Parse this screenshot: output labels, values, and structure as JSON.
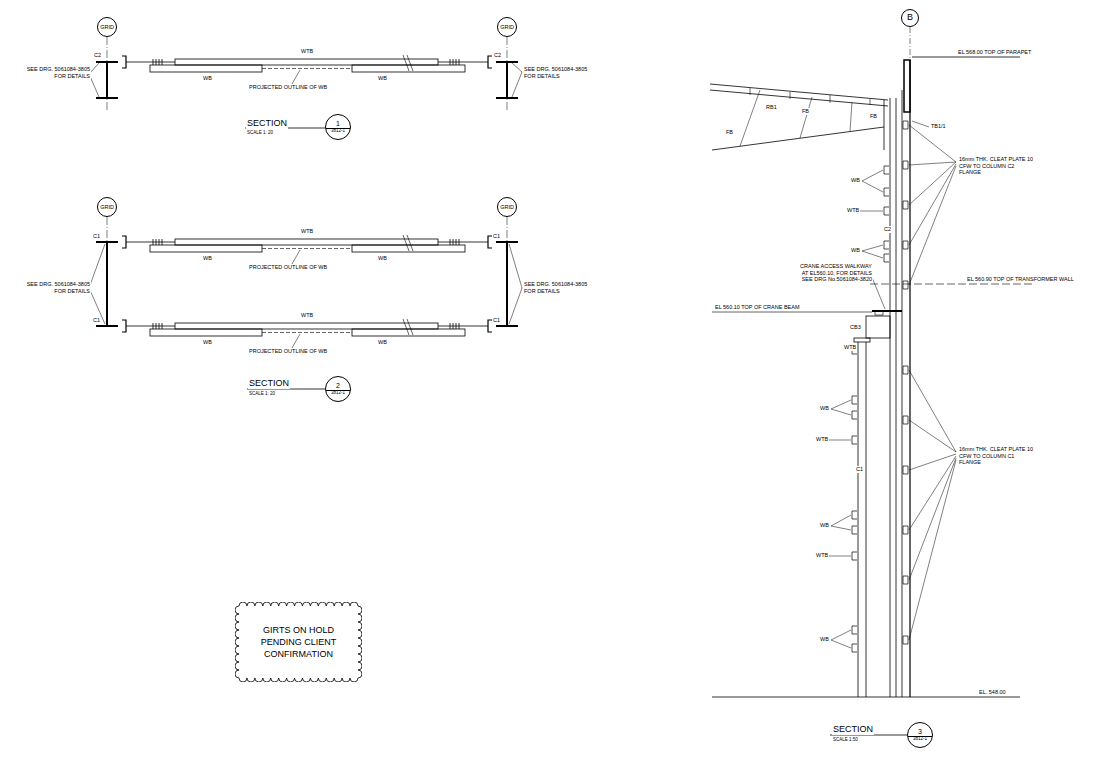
{
  "diagram": {
    "nodes": [
      {
        "text": [
          "GRID"
        ]
      },
      {
        "text": [
          "GRID"
        ]
      },
      {
        "text": [
          "1",
          "3812-1"
        ]
      },
      {
        "text": [
          "GRID"
        ]
      },
      {
        "text": [
          "GRID"
        ]
      },
      {
        "text": [
          "2",
          "3812-1"
        ]
      },
      {
        "text": [
          "GIRTS ON HOLD PENDING CLIENT CONFIRMATION"
        ]
      },
      {
        "text": [
          "B"
        ]
      },
      {
        "text": [
          "3",
          "3812-1"
        ]
      }
    ],
    "labels": [
      "C2",
      "C2",
      "WTB",
      "WB",
      "WB",
      "PROJECTED OUTLINE OF WB",
      "SEE DRG. 5061084-3805 FOR DETAILS",
      "SEE DRG. 5061084-3805 FOR DETAILS",
      "SECTION",
      "SCALE 1: 20",
      "C1",
      "C1",
      "WTB",
      "WB",
      "WB",
      "PROJECTED OUTLINE OF WB",
      "SEE DRG. 5061084-3805 FOR DETAILS",
      "SEE DRG. 5061084-3805 FOR DETAILS",
      "C1",
      "C1",
      "WTB",
      "WB",
      "WB",
      "PROJECTED OUTLINE OF WB",
      "SECTION",
      "SCALE 1: 20",
      "EL 568.00 TOP OF PARAPET",
      "TB1/1",
      "16mm THK. CLEAT PLATE 10 CFW TO COLUMN C2 FLANGE",
      "FB",
      "RB1",
      "FB",
      "FB",
      "WB",
      "WTB",
      "C2",
      "WB",
      "CRANE ACCESS WALKWAY AT EL560.10, FOR DETAILS SEE DRG No.5061084-3820",
      "EL 560.90 TOP OF TRANSFORMER WALL",
      "EL 560.10 TOP OF CRANE BEAM",
      "CB3",
      "WTB",
      "WB",
      "WTB",
      "C1",
      "WB",
      "WTB",
      "WB",
      "16mm THK. CLEAT PLATE 10 CFW TO COLUMN C1 FLANGE",
      "EL. 548.00",
      "SECTION",
      "SCALE 1:50"
    ]
  }
}
